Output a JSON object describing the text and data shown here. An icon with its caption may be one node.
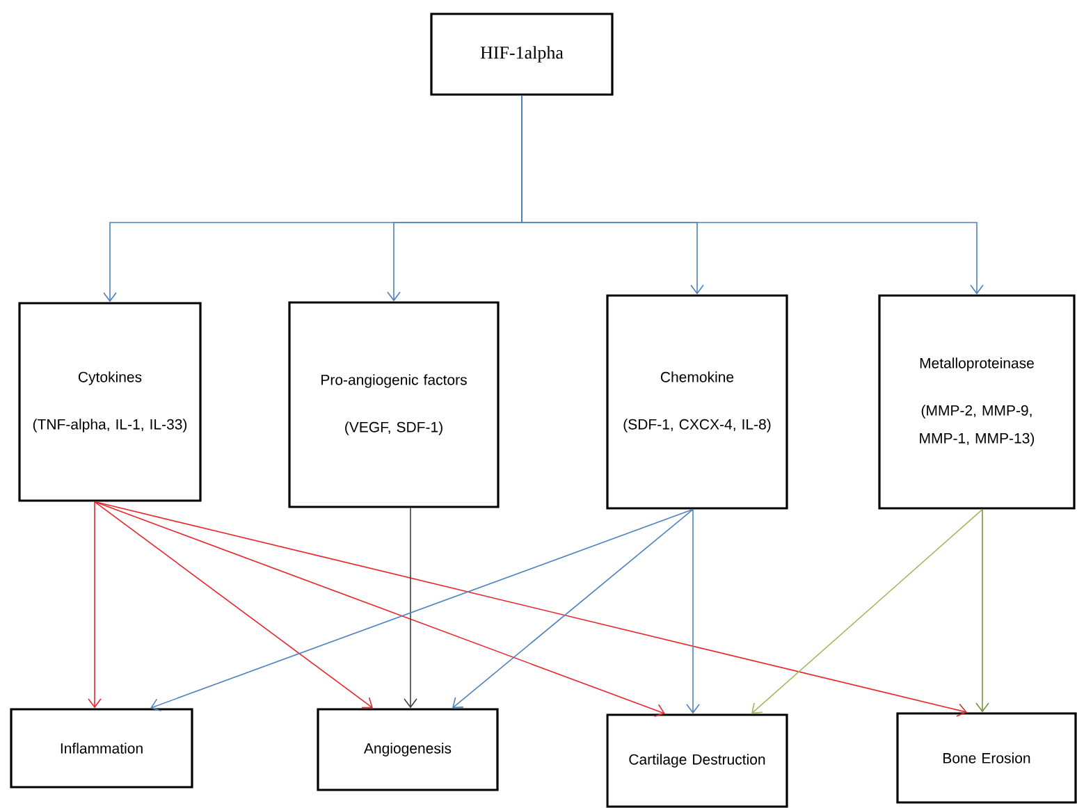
{
  "diagram": {
    "nodes": [
      {
        "text": [
          "HIF-1alpha"
        ]
      },
      {
        "text": [
          "Cytokines",
          "(TNF-alpha, IL-1, IL-33)"
        ]
      },
      {
        "text": [
          "Pro-angiogenic factors",
          "(VEGF, SDF-1)"
        ]
      },
      {
        "text": [
          "Chemokine",
          "(SDF-1, CXCX-4, IL-8)"
        ]
      },
      {
        "text": [
          "Metalloproteinase",
          "(MMP-2, MMP-9, MMP-1, MMP-13)"
        ]
      },
      {
        "text": [
          "Inflammation"
        ]
      },
      {
        "text": [
          "Angiogenesis"
        ]
      },
      {
        "text": [
          "Cartilage Destruction"
        ]
      },
      {
        "text": [
          "Bone Erosion"
        ]
      }
    ],
    "edges": [
      {
        "from": 0,
        "to": 1,
        "arrow": "to"
      },
      {
        "from": 0,
        "to": 2,
        "arrow": "to"
      },
      {
        "from": 0,
        "to": 3,
        "arrow": "to"
      },
      {
        "from": 0,
        "to": 4,
        "arrow": "to"
      },
      {
        "from": 1,
        "to": 5,
        "arrow": "to",
        "color": "#e8262b"
      },
      {
        "from": 1,
        "to": 6,
        "arrow": "to",
        "color": "#e8262b"
      },
      {
        "from": 1,
        "to": 7,
        "arrow": "to",
        "color": "#e8262b"
      },
      {
        "from": 1,
        "to": 8,
        "arrow": "to",
        "color": "#e8262b"
      },
      {
        "from": 2,
        "to": 6,
        "arrow": "to",
        "color": "#404040"
      },
      {
        "from": 3,
        "to": 5,
        "arrow": "to"
      },
      {
        "from": 3,
        "to": 6,
        "arrow": "to"
      },
      {
        "from": 3,
        "to": 7,
        "arrow": "to"
      },
      {
        "from": 4,
        "to": 7,
        "arrow": "to",
        "color": "#9bbb59"
      },
      {
        "from": 4,
        "to": 8,
        "arrow": "to",
        "color": "#77933c"
      }
    ]
  }
}
